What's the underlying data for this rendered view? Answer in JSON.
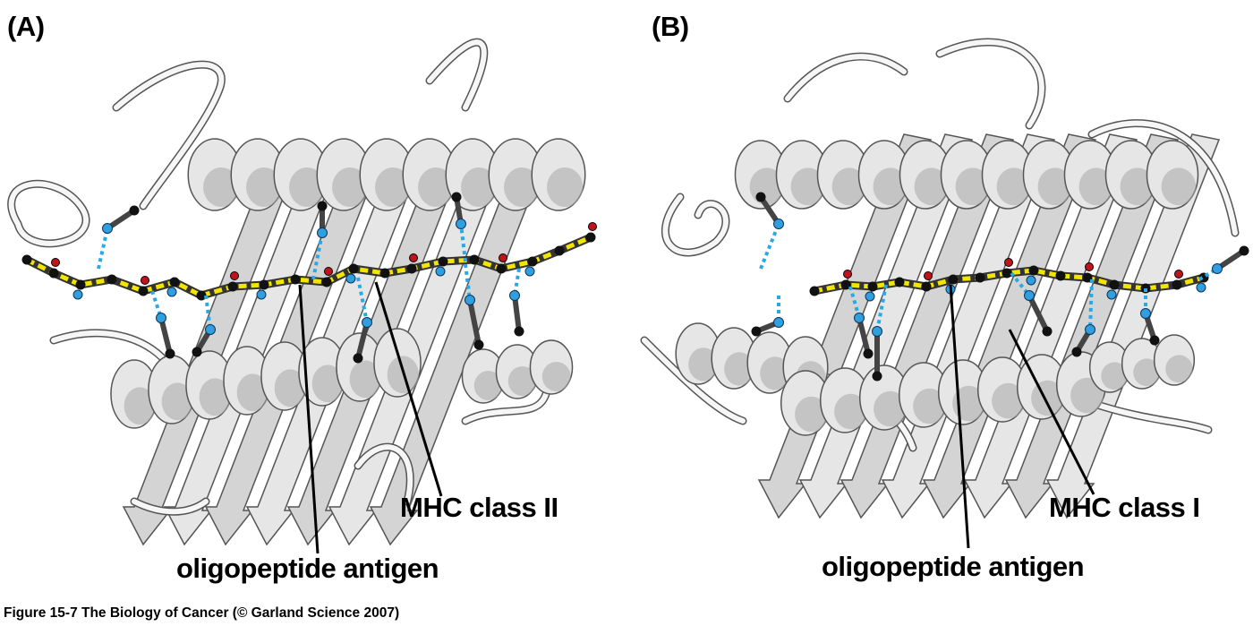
{
  "panels": [
    {
      "label": "(A)",
      "structure_label": "MHC class II",
      "peptide_label": "oligopeptide antigen"
    },
    {
      "label": "(B)",
      "structure_label": "MHC class I",
      "peptide_label": "oligopeptide antigen"
    }
  ],
  "caption": "Figure 15-7  The Biology of Cancer (© Garland Science 2007)",
  "colors": {
    "ribbon_fill": "#e6e6e6",
    "ribbon_shade": "#a8a8a8",
    "ribbon_stroke": "#555555",
    "peptide_backbone": "#f2e600",
    "carbon_atom": "#111111",
    "oxygen_atom": "#c0141c",
    "nitrogen_atom": "#2f9fe0",
    "hydrogen_bond": "#2aa8e6"
  }
}
